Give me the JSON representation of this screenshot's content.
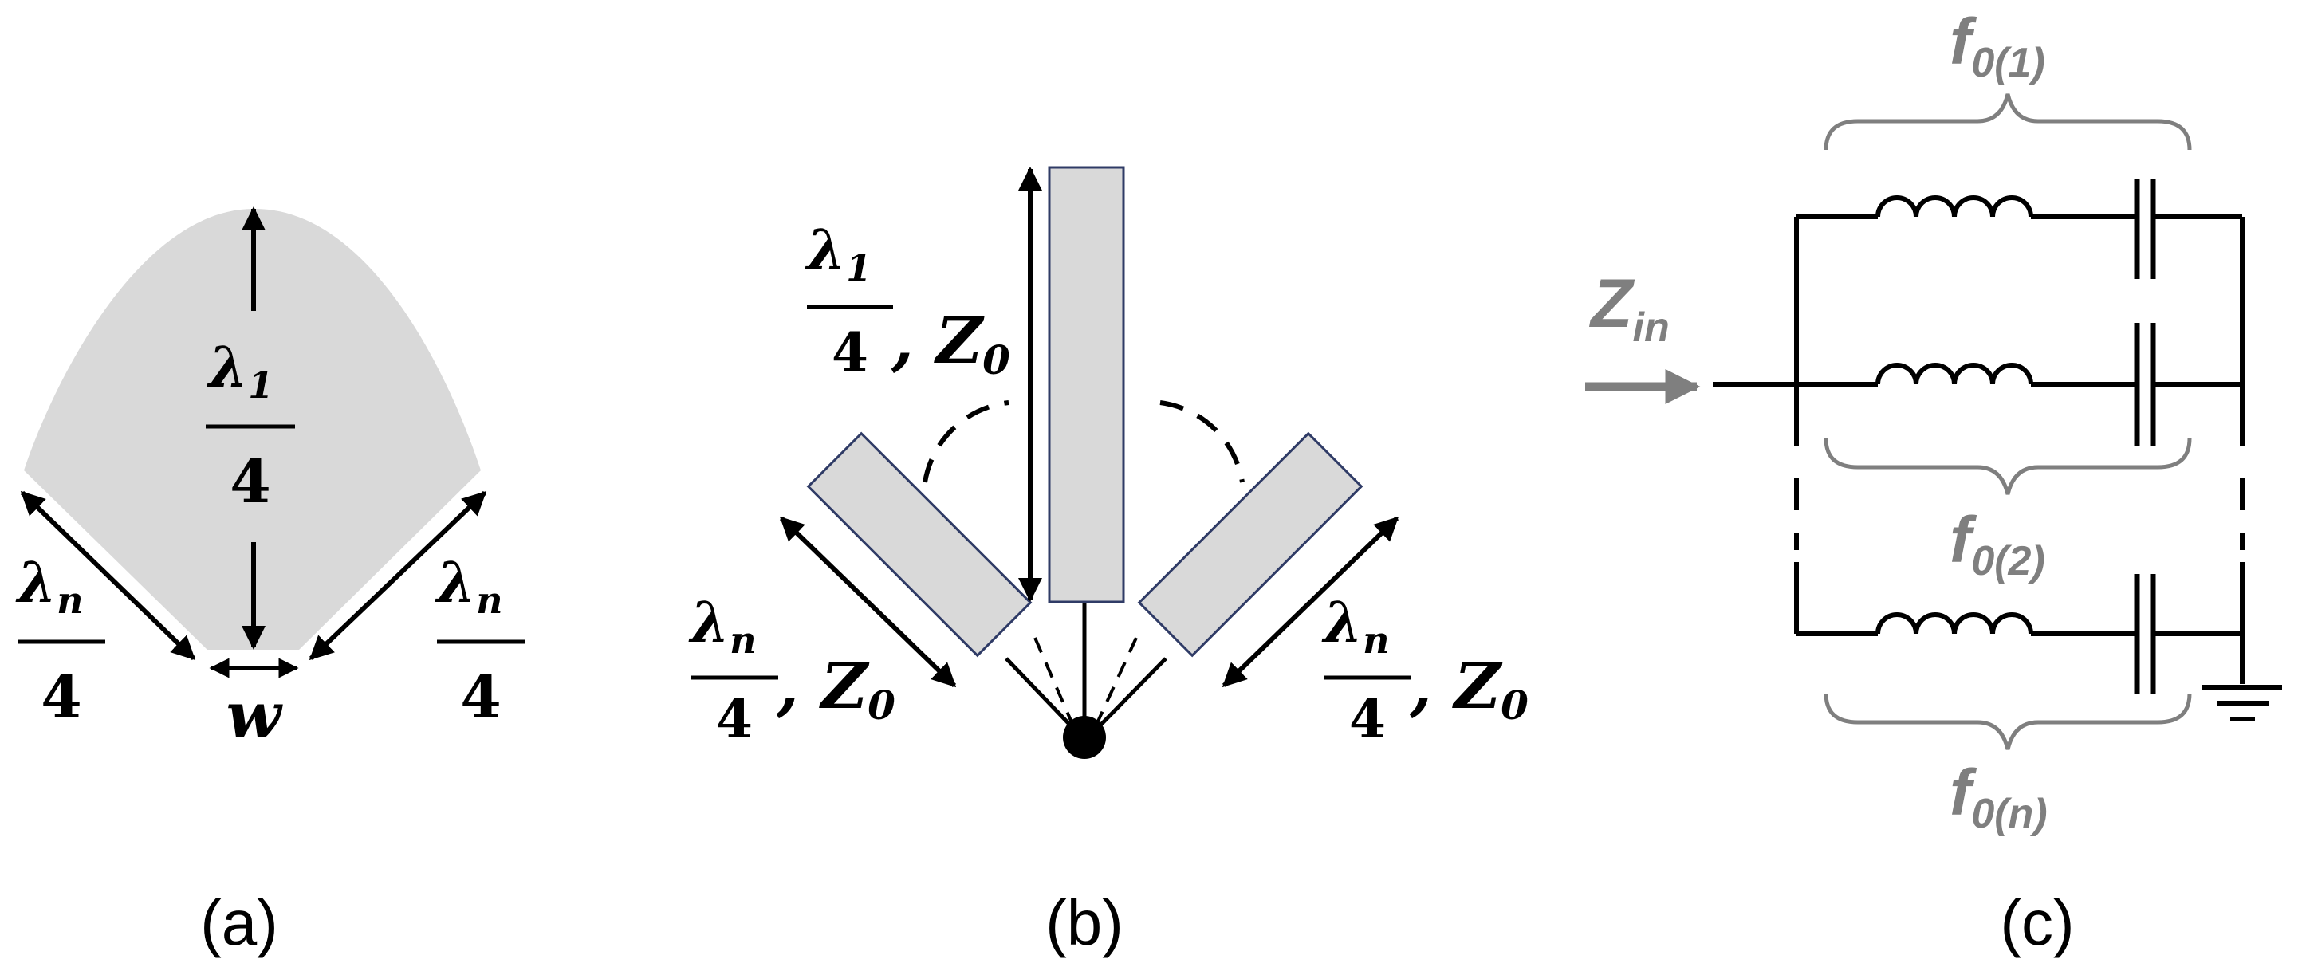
{
  "colors": {
    "shape_fill": "#d9d9d9",
    "stroke": "#000000",
    "annotation_gray": "#7f7f7f",
    "stub_border": "#2f3b66"
  },
  "panel_a": {
    "caption": "(a)",
    "lambda": "λ",
    "sub_1": "1",
    "sub_n": "n",
    "denominator": "4",
    "width_label": "w"
  },
  "panel_b": {
    "caption": "(b)",
    "lambda": "λ",
    "sub_1": "1",
    "sub_n": "n",
    "denominator": "4",
    "comma_z": ", Z",
    "z_sub": "0"
  },
  "panel_c": {
    "caption": "(c)",
    "f0": "f",
    "sub_1": "0(1)",
    "sub_2": "0(2)",
    "sub_n": "0(n)",
    "zin": "Z",
    "zin_sub": "in"
  }
}
